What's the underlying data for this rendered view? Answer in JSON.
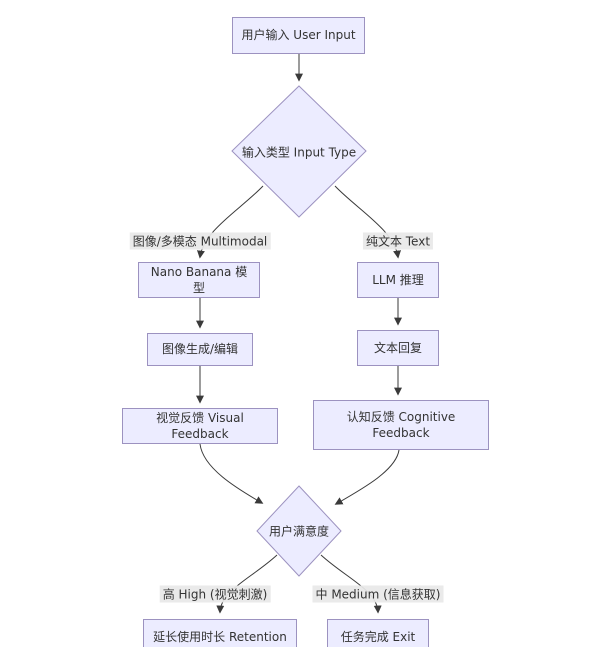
{
  "diagram": {
    "type": "flowchart",
    "colors": {
      "background": "#ffffff",
      "node_fill": "#ececff",
      "node_border": "#9c92c0",
      "edge_line": "#3a3a3a",
      "edge_label_bg": "#e8e8e8",
      "text": "#333333"
    },
    "nodes": {
      "user_input": {
        "label": "用户输入 User Input",
        "shape": "rect"
      },
      "input_type": {
        "label": "输入类型 Input Type",
        "shape": "diamond"
      },
      "nano_banana": {
        "label": "Nano Banana 模型",
        "shape": "rect"
      },
      "image_gen": {
        "label": "图像生成/编辑",
        "shape": "rect"
      },
      "visual_feedback": {
        "label": "视觉反馈 Visual Feedback",
        "shape": "rect"
      },
      "llm_reasoning": {
        "label": "LLM 推理",
        "shape": "rect"
      },
      "text_reply": {
        "label": "文本回复",
        "shape": "rect"
      },
      "cognitive_feedback": {
        "label": "认知反馈 Cognitive Feedback",
        "shape": "rect"
      },
      "user_satisfaction": {
        "label": "用户满意度",
        "shape": "diamond"
      },
      "retention": {
        "label": "延长使用时长 Retention",
        "shape": "rect"
      },
      "exit": {
        "label": "任务完成 Exit",
        "shape": "rect"
      }
    },
    "edge_labels": {
      "multimodal": "图像/多模态 Multimodal",
      "text": "纯文本 Text",
      "high": "高 High (视觉刺激)",
      "medium": "中 Medium (信息获取)"
    },
    "edges": [
      {
        "from": "user_input",
        "to": "input_type",
        "label": ""
      },
      {
        "from": "input_type",
        "to": "nano_banana",
        "label": "图像/多模态 Multimodal"
      },
      {
        "from": "input_type",
        "to": "llm_reasoning",
        "label": "纯文本 Text"
      },
      {
        "from": "nano_banana",
        "to": "image_gen",
        "label": ""
      },
      {
        "from": "image_gen",
        "to": "visual_feedback",
        "label": ""
      },
      {
        "from": "llm_reasoning",
        "to": "text_reply",
        "label": ""
      },
      {
        "from": "text_reply",
        "to": "cognitive_feedback",
        "label": ""
      },
      {
        "from": "visual_feedback",
        "to": "user_satisfaction",
        "label": ""
      },
      {
        "from": "cognitive_feedback",
        "to": "user_satisfaction",
        "label": ""
      },
      {
        "from": "user_satisfaction",
        "to": "retention",
        "label": "高 High (视觉刺激)"
      },
      {
        "from": "user_satisfaction",
        "to": "exit",
        "label": "中 Medium (信息获取)"
      }
    ]
  }
}
